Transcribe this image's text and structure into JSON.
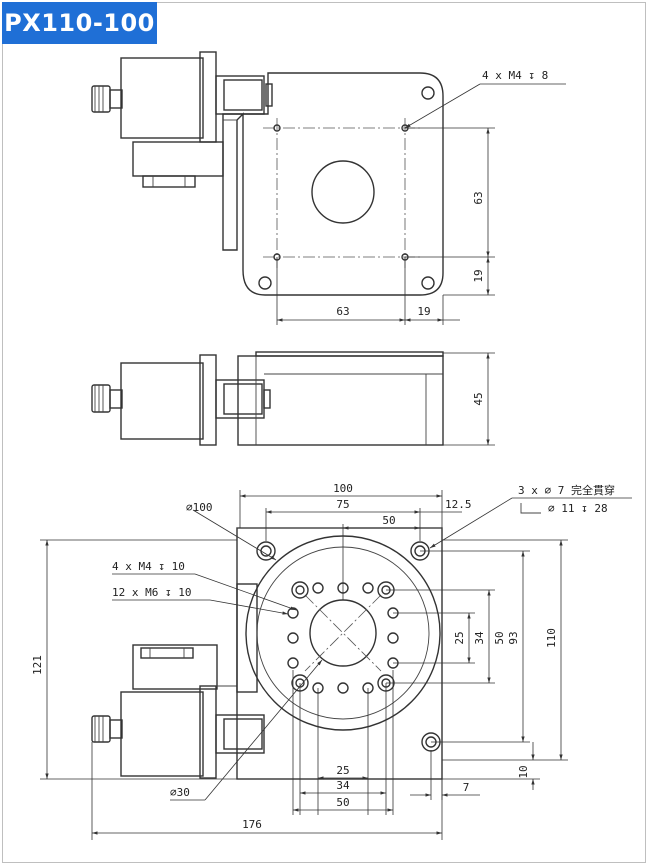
{
  "title": "PX110-100",
  "colors": {
    "badge": "#1f6fd6",
    "line": "#333333"
  },
  "top_view": {
    "hole_callout": "4 x  M4 ↧ 8",
    "dim_h1": "63",
    "dim_h2": "19",
    "dim_v1": "63",
    "dim_v2": "19"
  },
  "side_view": {
    "dim_height": "45"
  },
  "bottom_view": {
    "dim_100": "100",
    "dim_75": "75",
    "dim_50_top": "50",
    "dim_12_5": "12.5",
    "dia_100": "∅100",
    "callout_3x_line1": "3 x  ∅ 7 完全貫穿",
    "callout_3x_line2": "∅ 11 ↧ 28",
    "callout_m4": "4 x M4 ↧ 10",
    "callout_m6": "12 x M6 ↧ 10",
    "dim_25_r": "25",
    "dim_34_r": "34",
    "dim_50_r": "50",
    "dim_93": "93",
    "dim_110": "110",
    "dim_121": "121",
    "dim_10": "10",
    "dim_7": "7",
    "dim_25_b": "25",
    "dim_34_b": "34",
    "dim_50_b": "50",
    "dia_30": "∅30",
    "dim_176": "176"
  }
}
